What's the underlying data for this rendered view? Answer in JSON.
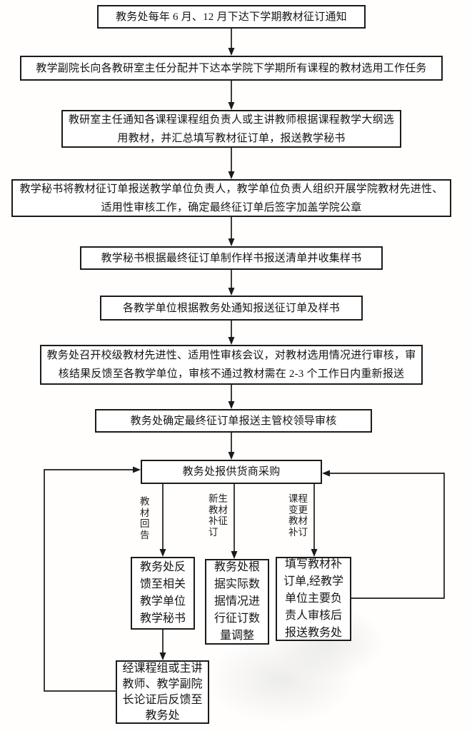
{
  "flowchart": {
    "nodes": [
      {
        "id": "order-notice",
        "text": "教务处每年 6 月、12 月下达下学期教材征订通知"
      },
      {
        "id": "vice-dean-assign",
        "text": "教学副院长向各教研室主任分配并下达本学院下学期所有课程的教材选用工作任务"
      },
      {
        "id": "office-director-notify",
        "text": "教研室主任通知各课程课程组负责人或主讲教师根据课程教学大纲选\n用教材，并汇总填写教材征订单，报送教学秘书"
      },
      {
        "id": "secretary-submit-review",
        "text": "教学秘书将教材征订单报送教学单位负责人，教学单位负责人组织开展学院教材先进性、\n适用性审核工作，确定最终征订单后签字加盖学院公章"
      },
      {
        "id": "secretary-sample-books",
        "text": "教学秘书根据最终征订单制作样书报送清单并收集样书"
      },
      {
        "id": "units-submit-orders",
        "text": "各教学单位根据教务处通知报送征订单及样书"
      },
      {
        "id": "school-level-review",
        "text": "教务处召开校级教材先进性、适用性审核会议，对教材选用情况进行审核，审\n核结果反馈至各教学单位，审核不通过教材需在 2-3 个工作日内重新报送"
      },
      {
        "id": "leader-final-review",
        "text": "教务处确定最终征订单报送主管校领导审核"
      },
      {
        "id": "supplier-purchase",
        "text": "教务处报供货商采购"
      },
      {
        "id": "feedback-to-units",
        "text": "教务处反\n馈至相关\n教学单位\n教学秘书"
      },
      {
        "id": "adjust-order-quantity",
        "text": "教务处根\n据实际数\n据情况进\n行征订数\n量调整"
      },
      {
        "id": "fill-supplement-order",
        "text": "填写教材补\n订单,经教学\n单位主要负\n责人审核后\n报送教务处"
      },
      {
        "id": "demonstrate-feedback",
        "text": "经课程组或主讲\n教师、教学副院\n长论证后反馈至\n教务处"
      }
    ],
    "edge_labels": [
      {
        "id": "textbook-report",
        "text": "教\n材\n回\n告"
      },
      {
        "id": "freshman-supplement-order",
        "text": "新生\n教材\n补征\n订"
      },
      {
        "id": "course-change-supplement",
        "text": "课程\n变更\n教材\n补订"
      }
    ],
    "colors": {
      "box_border": "#1b1b1b",
      "box_background": "#ffffff",
      "text": "#151515",
      "connector": "#1b1b1b",
      "page_background": "#fffefd"
    }
  }
}
